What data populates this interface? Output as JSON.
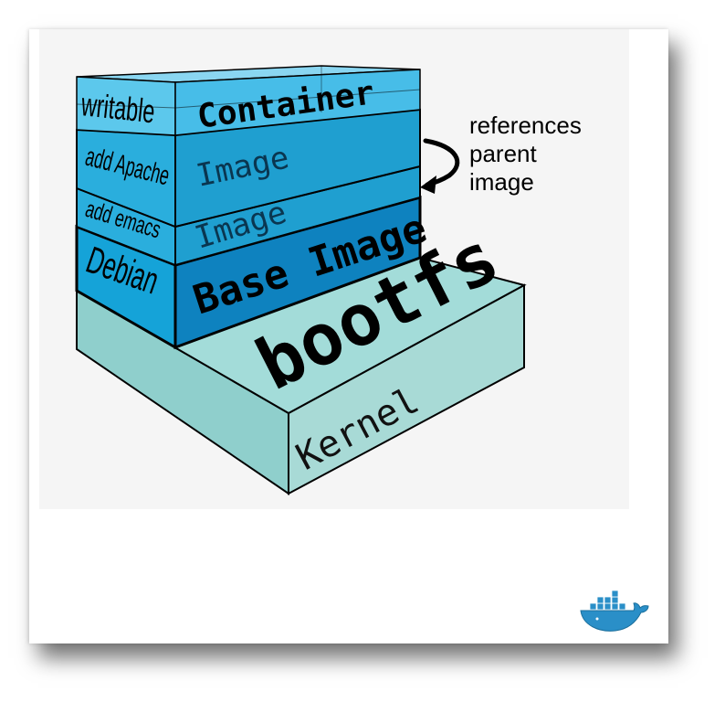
{
  "colors": {
    "container_face": "#5cc8ec",
    "container_top": "#8ad6f1",
    "image_face": "#1f9fd0",
    "image_side": "#2aaedd",
    "base_face": "#0e82bf",
    "base_side": "#15a3d8",
    "bootfs_top": "#a3dcd9",
    "bootfs_side": "#8fcfcc",
    "outline": "#000000",
    "slide_bg": "#ffffff",
    "figure_bg": "#f5f5f5"
  },
  "layers": {
    "container": {
      "side_label": "writable",
      "face_label": "Container"
    },
    "apache_image": {
      "side_label": "add Apache",
      "face_label": "Image"
    },
    "emacs_image": {
      "side_label": "add emacs",
      "face_label": "Image"
    },
    "base_image": {
      "side_label": "Debian",
      "face_label": "Base Image"
    },
    "bootfs": {
      "top_label": "bootfs",
      "face_label": "Kernel"
    }
  },
  "annotation": {
    "line1": "references",
    "line2": "parent",
    "line3": "image",
    "arrow_icon": "curved-arrow-icon"
  },
  "logo": {
    "icon": "docker-whale-icon"
  }
}
